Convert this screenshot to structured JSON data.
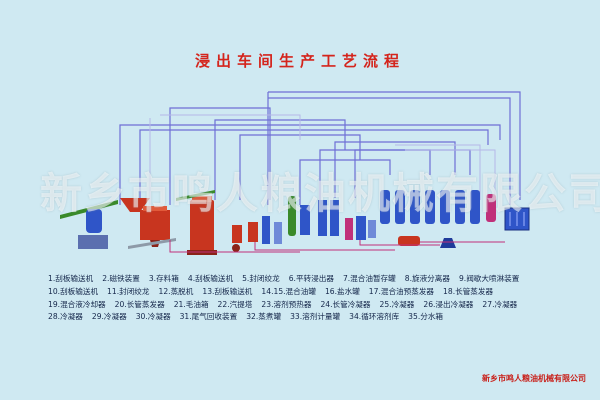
{
  "title": "浸出车间生产工艺流程",
  "watermark": "新乡市鸣人粮油机械有限公司",
  "company": "新乡市鸣人粮油机械有限公司",
  "colors": {
    "background": "#cfe9f2",
    "title": "#d4241c",
    "pipe_solvent": "#6f6fd6",
    "pipe_oil": "#c0307a",
    "conveyor": "#3a8a2a",
    "vessel_blue": "#2f55c8",
    "vessel_red": "#c8351f"
  },
  "legend": {
    "rows": [
      [
        "1.刮板输送机",
        "2.磁铁装置",
        "3.存料箱",
        "4.刮板输送机",
        "5.封闭绞龙",
        "6.平转浸出器",
        "7.混合油暂存罐",
        "8.旋液分离器",
        "9.阀歇大喷淋装置"
      ],
      [
        "10.刮板输送机",
        "11.封闭绞龙",
        "12.蒸脱机",
        "13.刮板输送机",
        "14.15.混合油罐",
        "16.盐水罐",
        "17.混合油预蒸发器",
        "18.长管蒸发器"
      ],
      [
        "19.混合液冷却器",
        "20.长管蒸发器",
        "21.毛油箱",
        "22.汽提塔",
        "23.溶剂预热器",
        "24.长管冷凝器",
        "25.冷凝器",
        "26.浸出冷凝器",
        "27.冷凝器"
      ],
      [
        "28.冷凝器",
        "29.冷凝器",
        "30.冷凝器",
        "31.尾气回收装置",
        "32.蒸煮罐",
        "33.溶剂计量罐",
        "34.循环溶剂库",
        "35.分水箱"
      ]
    ]
  }
}
